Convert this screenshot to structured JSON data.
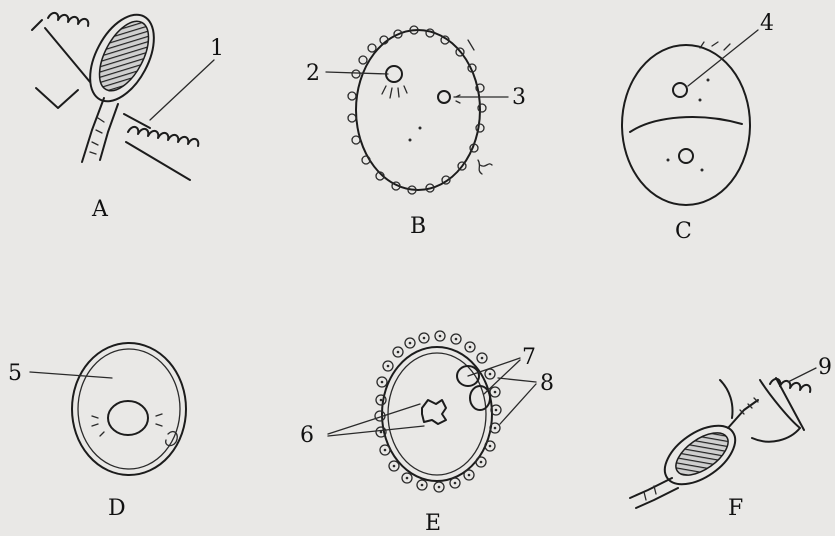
{
  "figure": {
    "panels": [
      {
        "id": "A",
        "label": "A"
      },
      {
        "id": "B",
        "label": "B"
      },
      {
        "id": "C",
        "label": "C"
      },
      {
        "id": "D",
        "label": "D"
      },
      {
        "id": "E",
        "label": "E"
      },
      {
        "id": "F",
        "label": "F"
      }
    ],
    "callouts": {
      "n1": "1",
      "n2": "2",
      "n3": "3",
      "n4": "4",
      "n5": "5",
      "n6": "6",
      "n7": "7",
      "n8": "8",
      "n9": "9"
    }
  }
}
